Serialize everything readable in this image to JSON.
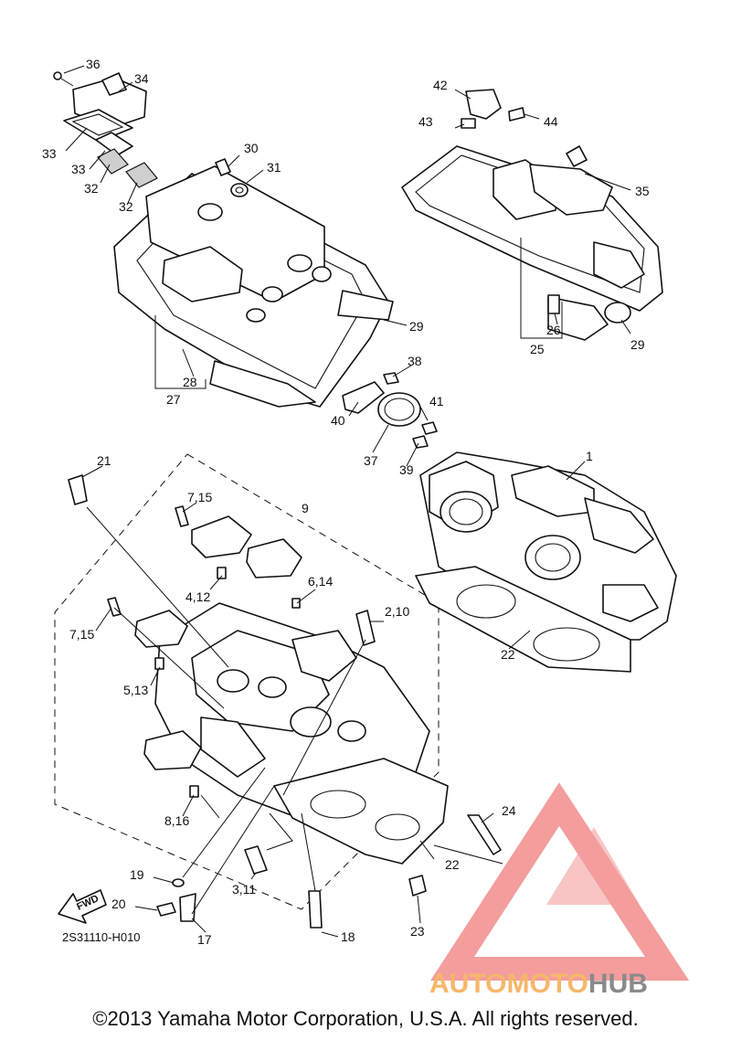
{
  "diagram": {
    "copyright": "©2013 Yamaha Motor Corporation, U.S.A. All rights reserved.",
    "drawing_code": "2S31110-H010",
    "fwd_arrow": "FWD",
    "part_labels": {
      "p1": "1",
      "p2_10": "2,10",
      "p3_11": "3,11",
      "p4_12": "4,12",
      "p5_13": "5,13",
      "p6_14": "6,14",
      "p7_15a": "7,15",
      "p7_15b": "7,15",
      "p8_16": "8,16",
      "p9": "9",
      "p17": "17",
      "p18": "18",
      "p19": "19",
      "p20": "20",
      "p21": "21",
      "p22a": "22",
      "p22b": "22",
      "p23": "23",
      "p24": "24",
      "p25": "25",
      "p26": "26",
      "p27": "27",
      "p28": "28",
      "p29a": "29",
      "p29b": "29",
      "p30": "30",
      "p31": "31",
      "p32a": "32",
      "p32b": "32",
      "p33a": "33",
      "p33b": "33",
      "p34": "34",
      "p35": "35",
      "p36": "36",
      "p37": "37",
      "p38": "38",
      "p39": "39",
      "p40": "40",
      "p41": "41",
      "p42": "42",
      "p43": "43",
      "p44": "44"
    }
  },
  "watermark": {
    "word_orange": "AUTOMOTO",
    "word_gray": "HUB",
    "colors": {
      "triangle": "#f28c8c",
      "orange": "#f5b76a",
      "gray": "#8a8a8a"
    }
  }
}
